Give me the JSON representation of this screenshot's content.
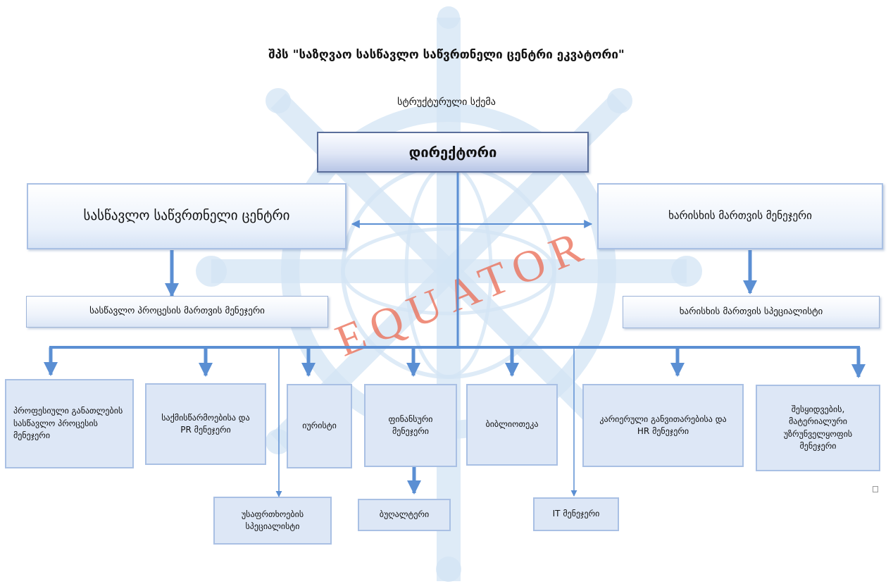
{
  "title": "შპს \"საზღვაო სასწავლო საწვრთნელი ცენტრი ეკვატორი\"",
  "subtitle": "სტრუქტურული სქემა",
  "watermark": {
    "text": "EQUATOR",
    "color": "#e8593c"
  },
  "nodes": {
    "director": "დირექტორი",
    "training_center": "სასწავლო საწვრთნელი ცენტრი",
    "quality_manager": "ხარისხის მართვის მენეჯერი",
    "process_manager": "სასწავლო პროცესის მართვის მენეჯერი",
    "quality_specialist": "ხარისხის მართვის სპეციალისტი",
    "vocational_manager": "პროფესიული განათლების სასწავლო პროცესის მენეჯერი",
    "office_pr": "საქმისწარმოებისა და PR მენეჯერი",
    "lawyer": "იურისტი",
    "finance": "ფინანსური მენეჯერი",
    "library": "ბიბლიოთეკა",
    "career_hr": "კარიერული განვითარებისა და  HR მენეჯერი",
    "procurement": "შესყიდვების, მატერიალური უზრუნველყოფის მენეჯერი",
    "safety": "უსაფრთხოების სპეციალისტი",
    "accountant": "ბუღალტერი",
    "it": "IT მენეჯერი"
  },
  "colors": {
    "connector": "#5b8fd3",
    "box_border": "#9db4d8",
    "director_border": "#5b6f9b"
  }
}
